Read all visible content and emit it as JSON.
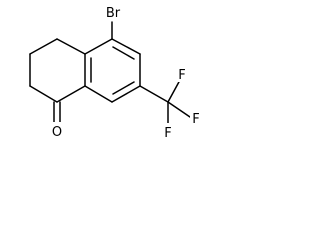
{
  "molecule": {
    "atoms": {
      "bromine": "Br",
      "oxygen": "O",
      "fluorine_top": "F",
      "fluorine_right": "F",
      "fluorine_bottom": "F"
    }
  }
}
